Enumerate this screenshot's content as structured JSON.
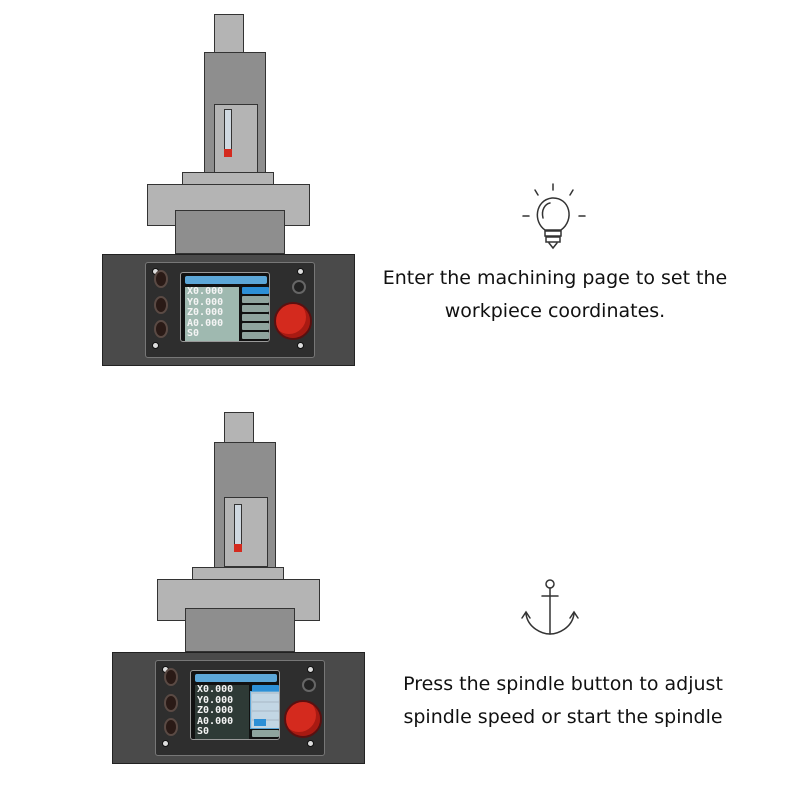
{
  "steps": [
    {
      "icon": "lightbulb-icon",
      "lines": [
        "Enter the machining page to set the",
        "workpiece coordinates."
      ]
    },
    {
      "icon": "anchor-icon",
      "lines": [
        "Press the spindle button to adjust",
        "spindle speed or start the spindle"
      ]
    }
  ],
  "screen": {
    "axes": [
      "X",
      "Y",
      "Z",
      "A",
      "S"
    ],
    "values": [
      "0.000",
      "0.000",
      "0.000",
      "0.000",
      "0"
    ]
  },
  "colors": {
    "spindle_button": "#d42a1e",
    "machine_body": "#4a4a4a",
    "screen_accent": "#2c8fd6"
  }
}
